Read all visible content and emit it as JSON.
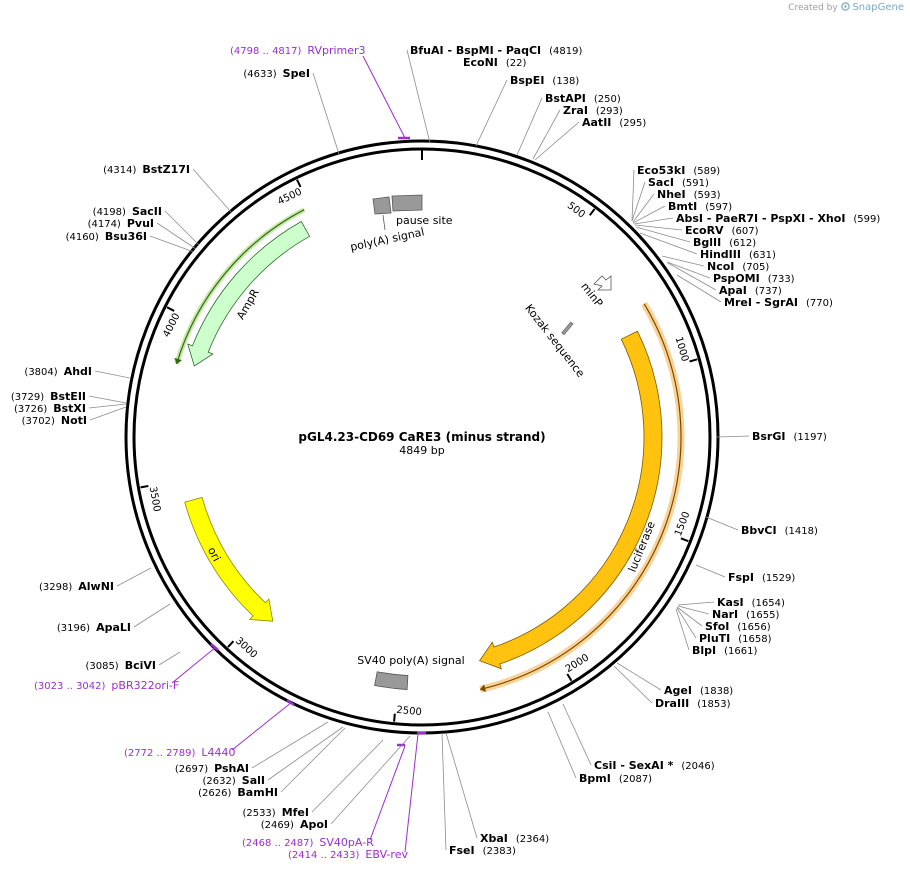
{
  "credit": {
    "created_by": "Created by",
    "brand": "SnapGene",
    "logo_icon": "snapgene-logo-icon"
  },
  "plasmid": {
    "name": "pGL4.23-CD69 CaRE3 (minus strand)",
    "length_label": "4849 bp",
    "length": 4849
  },
  "colors": {
    "backbone": "#000000",
    "enzyme_line": "#8c8c8c",
    "primer": "#9a2ecf",
    "luciferase": "#ffc20e",
    "amp": "#ccffcc",
    "ori": "#ffff00",
    "site": "#999999"
  },
  "ticks": [
    {
      "label": "500",
      "pos": 500
    },
    {
      "label": "1000",
      "pos": 1000
    },
    {
      "label": "1500",
      "pos": 1500
    },
    {
      "label": "2000",
      "pos": 2000
    },
    {
      "label": "2500",
      "pos": 2500
    },
    {
      "label": "3000",
      "pos": 3000
    },
    {
      "label": "3500",
      "pos": 3500
    },
    {
      "label": "4000",
      "pos": 4000
    },
    {
      "label": "4500",
      "pos": 4500
    }
  ],
  "enzymes": [
    {
      "parts": [
        "BfuAI",
        "BspMI",
        "PaqCI"
      ],
      "pos_label": "(4819)",
      "pos": 4819
    },
    {
      "parts": [
        "EcoNI"
      ],
      "pos_label": "(22)",
      "pos": 22
    },
    {
      "parts": [
        "BspEI"
      ],
      "pos_label": "(138)",
      "pos": 138
    },
    {
      "parts": [
        "BstAPI"
      ],
      "pos_label": "(250)",
      "pos": 250
    },
    {
      "parts": [
        "ZraI"
      ],
      "pos_label": "(293)",
      "pos": 293
    },
    {
      "parts": [
        "AatII"
      ],
      "pos_label": "(295)",
      "pos": 295
    },
    {
      "parts": [
        "Eco53kI"
      ],
      "pos_label": "(589)",
      "pos": 589
    },
    {
      "parts": [
        "SacI"
      ],
      "pos_label": "(591)",
      "pos": 591
    },
    {
      "parts": [
        "NheI"
      ],
      "pos_label": "(593)",
      "pos": 593
    },
    {
      "parts": [
        "BmtI"
      ],
      "pos_label": "(597)",
      "pos": 597
    },
    {
      "parts": [
        "AbsI",
        "PaeR7I",
        "PspXI",
        "XhoI"
      ],
      "pos_label": "(599)",
      "pos": 599
    },
    {
      "parts": [
        "EcoRV"
      ],
      "pos_label": "(607)",
      "pos": 607
    },
    {
      "parts": [
        "BglII"
      ],
      "pos_label": "(612)",
      "pos": 612
    },
    {
      "parts": [
        "HindIII"
      ],
      "pos_label": "(631)",
      "pos": 631
    },
    {
      "parts": [
        "NcoI"
      ],
      "pos_label": "(705)",
      "pos": 705
    },
    {
      "parts": [
        "PspOMI"
      ],
      "pos_label": "(733)",
      "pos": 733
    },
    {
      "parts": [
        "ApaI"
      ],
      "pos_label": "(737)",
      "pos": 737
    },
    {
      "parts": [
        "MreI",
        "SgrAI"
      ],
      "pos_label": "(770)",
      "pos": 770
    },
    {
      "parts": [
        "BsrGI"
      ],
      "pos_label": "(1197)",
      "pos": 1197
    },
    {
      "parts": [
        "BbvCI"
      ],
      "pos_label": "(1418)",
      "pos": 1418
    },
    {
      "parts": [
        "FspI"
      ],
      "pos_label": "(1529)",
      "pos": 1529
    },
    {
      "parts": [
        "KasI"
      ],
      "pos_label": "(1654)",
      "pos": 1654
    },
    {
      "parts": [
        "NarI"
      ],
      "pos_label": "(1655)",
      "pos": 1655
    },
    {
      "parts": [
        "SfoI"
      ],
      "pos_label": "(1656)",
      "pos": 1656
    },
    {
      "parts": [
        "PluTI"
      ],
      "pos_label": "(1658)",
      "pos": 1658
    },
    {
      "parts": [
        "BlpI"
      ],
      "pos_label": "(1661)",
      "pos": 1661
    },
    {
      "parts": [
        "AgeI"
      ],
      "pos_label": "(1838)",
      "pos": 1838
    },
    {
      "parts": [
        "DraIII"
      ],
      "pos_label": "(1853)",
      "pos": 1853
    },
    {
      "parts": [
        "CsiI",
        "SexAI *"
      ],
      "pos_label": "(2046)",
      "pos": 2046
    },
    {
      "parts": [
        "BpmI"
      ],
      "pos_label": "(2087)",
      "pos": 2087
    },
    {
      "parts": [
        "XbaI"
      ],
      "pos_label": "(2364)",
      "pos": 2364
    },
    {
      "parts": [
        "FseI"
      ],
      "pos_label": "(2383)",
      "pos": 2383
    },
    {
      "parts": [
        "ApoI"
      ],
      "pos_label": "(2469)",
      "pos": 2469
    },
    {
      "parts": [
        "MfeI"
      ],
      "pos_label": "(2533)",
      "pos": 2533
    },
    {
      "parts": [
        "BamHI"
      ],
      "pos_label": "(2626)",
      "pos": 2626
    },
    {
      "parts": [
        "SalI"
      ],
      "pos_label": "(2632)",
      "pos": 2632
    },
    {
      "parts": [
        "PshAI"
      ],
      "pos_label": "(2697)",
      "pos": 2697
    },
    {
      "parts": [
        "BciVI"
      ],
      "pos_label": "(3085)",
      "pos": 3085
    },
    {
      "parts": [
        "ApaLI"
      ],
      "pos_label": "(3196)",
      "pos": 3196
    },
    {
      "parts": [
        "AlwNI"
      ],
      "pos_label": "(3298)",
      "pos": 3298
    },
    {
      "parts": [
        "NotI"
      ],
      "pos_label": "(3702)",
      "pos": 3702
    },
    {
      "parts": [
        "BstXI"
      ],
      "pos_label": "(3726)",
      "pos": 3726
    },
    {
      "parts": [
        "BstEII"
      ],
      "pos_label": "(3729)",
      "pos": 3729
    },
    {
      "parts": [
        "AhdI"
      ],
      "pos_label": "(3804)",
      "pos": 3804
    },
    {
      "parts": [
        "Bsu36I"
      ],
      "pos_label": "(4160)",
      "pos": 4160
    },
    {
      "parts": [
        "PvuI"
      ],
      "pos_label": "(4174)",
      "pos": 4174
    },
    {
      "parts": [
        "SacII"
      ],
      "pos_label": "(4198)",
      "pos": 4198
    },
    {
      "parts": [
        "BstZ17I"
      ],
      "pos_label": "(4314)",
      "pos": 4314
    },
    {
      "parts": [
        "SpeI"
      ],
      "pos_label": "(4633)",
      "pos": 4633
    }
  ],
  "primers": [
    {
      "name": "RVprimer3",
      "range_label": "(4798 .. 4817)",
      "start": 4798,
      "end": 4817
    },
    {
      "name": "pBR322ori-F",
      "range_label": "(3023 .. 3042)",
      "start": 3023,
      "end": 3042
    },
    {
      "name": "L4440",
      "range_label": "(2772 .. 2789)",
      "start": 2772,
      "end": 2789
    },
    {
      "name": "SV40pA-R",
      "range_label": "(2468 .. 2487)",
      "start": 2468,
      "end": 2487
    },
    {
      "name": "EBV-rev",
      "range_label": "(2414 .. 2433)",
      "start": 2414,
      "end": 2433
    }
  ],
  "features": [
    {
      "name": "luciferase",
      "label": "luciferase"
    },
    {
      "name": "ampr",
      "label": "AmpR"
    },
    {
      "name": "ori",
      "label": "ori"
    },
    {
      "name": "minp",
      "label": "minP"
    },
    {
      "name": "kozak",
      "label": "Kozak sequence"
    },
    {
      "name": "sv40-polya",
      "label": "SV40 poly(A) signal"
    },
    {
      "name": "polya-signal",
      "label": "poly(A) signal"
    },
    {
      "name": "pause-site",
      "label": "pause site"
    }
  ]
}
